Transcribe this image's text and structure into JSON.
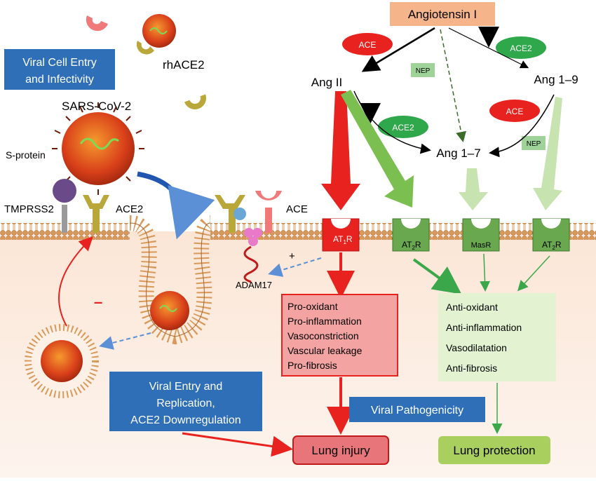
{
  "labels": {
    "angiotensin_i": "Angiotensin I",
    "ace_top": "ACE",
    "ace2_top": "ACE2",
    "nep_mid": "NEP",
    "ang2": "Ang II",
    "ang19": "Ang 1–9",
    "ace2_mid": "ACE2",
    "ace_right": "ACE",
    "nep_right": "NEP",
    "ang17": "Ang 1–7",
    "rhace2": "rhACE2",
    "viral_entry_box": [
      "Viral Cell Entry",
      "and Infectivity"
    ],
    "sars": "SARS-CoV-2",
    "sprotein": "S-protein",
    "tmprss2": "TMPRSS2",
    "ace2_receptor": "ACE2",
    "ace_membrane": "ACE",
    "adam17": "ADAM17",
    "plus": "+",
    "minus": "–",
    "at1r_main": "AT",
    "at1r_sub": "1",
    "at1r_tail": "R",
    "at2r_main": "AT",
    "at2r_sub": "2",
    "at2r_tail": "R",
    "masr": "MasR",
    "at2r_b_main": "AT",
    "at2r_b_sub": "2",
    "at2r_b_tail": "R",
    "harm_effects": [
      "Pro-oxidant",
      "Pro-inflammation",
      "Vasoconstriction",
      "Vascular leakage",
      "Pro-fibrosis"
    ],
    "protect_effects": [
      "Anti-oxidant",
      "Anti-inflammation",
      "Vasodilatation",
      "Anti-fibrosis"
    ],
    "viral_replication_box": [
      "Viral Entry and",
      "Replication,",
      "ACE2 Downregulation"
    ],
    "viral_pathogenicity": "Viral Pathogenicity",
    "lung_injury": "Lung injury",
    "lung_protection": "Lung protection"
  },
  "colors": {
    "membrane": "#d9995a",
    "membrane_dark": "#a8642a",
    "ace_red": "#e8231f",
    "ace2_green": "#2ea84a",
    "nep_green": "#9fd39a",
    "receptor_green": "#6aa84f",
    "at1r_red": "#e8231f",
    "harm_box": "#f4a3a3",
    "protect_box": "#e3f3d2",
    "blue_box": "#2e6fb7",
    "virus": "#d9401a",
    "lung_injury": "#e8757a",
    "lung_protection": "#a9cf5e",
    "angiotensin_box": "#f6b48a"
  }
}
